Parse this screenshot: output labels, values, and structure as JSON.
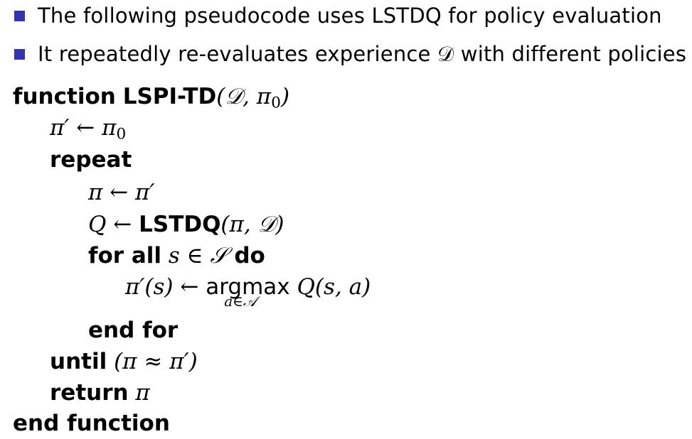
{
  "bullets": [
    "The following pseudocode uses LSTDQ for policy evaluation",
    "It repeatedly re-evaluates experience 𝒟 with different policies"
  ],
  "algorithm": {
    "kw_function": "function",
    "name": "LSPI-TD",
    "args": "(𝒟, π",
    "args_sub": "0",
    "args_close": ")",
    "line_init": "π′ ← π",
    "line_init_sub": "0",
    "kw_repeat": "repeat",
    "line_assign_pi": "π ← π′",
    "line_q_lhs": "Q ← ",
    "lstdq": "LSTDQ",
    "line_q_args": "(π, 𝒟)",
    "kw_for_all": "for all",
    "for_var": " s ∈ 𝒮 ",
    "kw_do": "do",
    "line_update_lhs": "π′(s) ← ",
    "argmax": "argmax",
    "argmax_sub": "a∈𝒜",
    "line_update_rhs": " Q(s, a)",
    "kw_end_for": "end for",
    "kw_until": "until",
    "until_cond": " (π ≈ π′)",
    "kw_return": "return",
    "return_val": " π",
    "kw_end_function": "end function"
  }
}
